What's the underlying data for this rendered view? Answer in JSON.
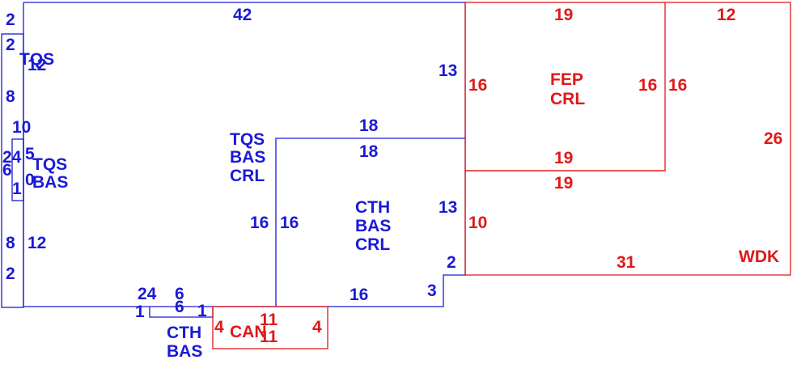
{
  "colors": {
    "blue": "#1a1ad6",
    "red": "#e01818"
  },
  "rooms": {
    "tqs": "TQS",
    "tqs_bas": [
      "TQS",
      "BAS"
    ],
    "tqs_bas_crl": [
      "TQS",
      "BAS",
      "CRL"
    ],
    "cth_bas_crl": [
      "CTH",
      "BAS",
      "CRL"
    ],
    "cth_bas": [
      "CTH",
      "BAS"
    ],
    "can": "CAN",
    "fep_crl": [
      "FEP",
      "CRL"
    ],
    "wdk": "WDK"
  },
  "dims": {
    "top_42": "42",
    "fep_top": "19",
    "wdk_top": "12",
    "left_2a": "2",
    "left_2b": "2",
    "left_12a": "12",
    "left_8a": "8",
    "left_10": "10",
    "left_24": "24",
    "left_5": "5",
    "left_6": "6",
    "left_0": "0",
    "left_1": "1",
    "left_8b": "8",
    "left_12b": "12",
    "left_2c": "2",
    "fep_left_13": "13",
    "fep_left_16": "16",
    "fep_right_16": "16",
    "wdk_left_16": "16",
    "wdk_right_26": "26",
    "tqscrl_top_18": "18",
    "cth_top_18": "18",
    "fep_bottom_19": "19",
    "wdk_inner_19": "19",
    "tqscrl_right_16": "16",
    "cth_left_16": "16",
    "cth_right_13": "13",
    "wdk_left_10": "10",
    "wdk_bottom_31": "31",
    "step_2": "2",
    "step_3": "3",
    "cth_bottom_16": "16",
    "b_24": "24",
    "b_6a": "6",
    "b_1a": "1",
    "b_6b": "6",
    "b_1b": "1",
    "can_4a": "4",
    "can_11a": "11",
    "can_11b": "11",
    "can_4b": "4"
  }
}
